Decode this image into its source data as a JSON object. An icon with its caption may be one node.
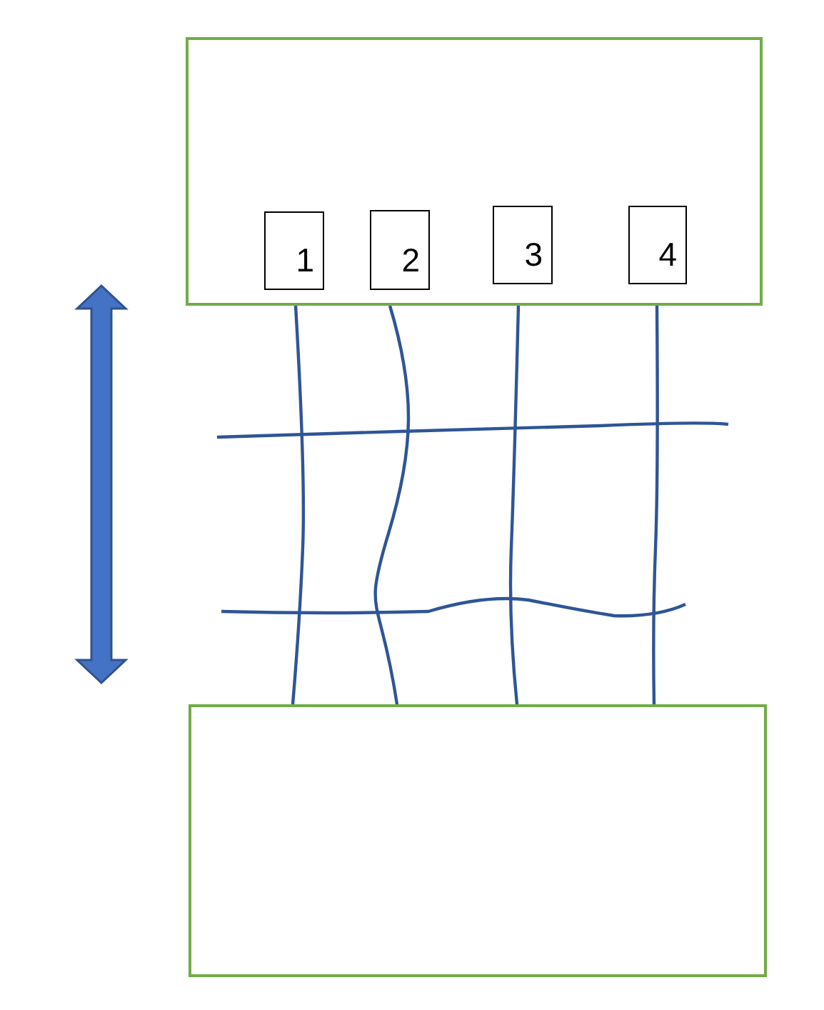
{
  "diagram": {
    "nodes": [
      {
        "text": [],
        "shape": "box"
      },
      {
        "text": [
          "1"
        ],
        "in": 0
      },
      {
        "text": [
          "2"
        ],
        "in": 0
      },
      {
        "text": [
          "3"
        ],
        "in": 0
      },
      {
        "text": [
          "4"
        ],
        "in": 0
      },
      {
        "text": [],
        "shape": "box"
      }
    ],
    "edges": [
      {
        "from": 0,
        "to": 5,
        "arrow": "none"
      },
      {
        "from": 0,
        "to": 5,
        "arrow": "none"
      },
      {
        "from": 0,
        "to": 5,
        "arrow": "none"
      },
      {
        "from": 0,
        "to": 5,
        "arrow": "none"
      }
    ]
  }
}
